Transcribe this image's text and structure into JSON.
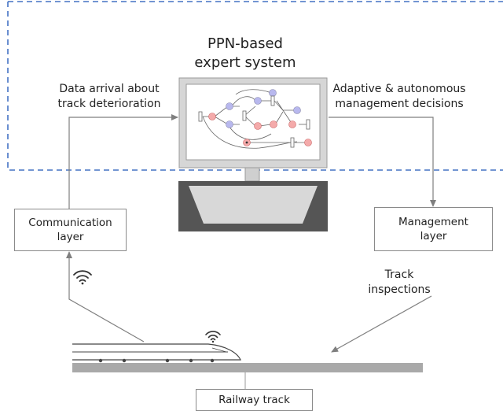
{
  "title": {
    "line1": "PPN-based",
    "line2": "expert system"
  },
  "labels": {
    "data_arrival": {
      "line1": "Data arrival about",
      "line2": "track deterioration"
    },
    "adaptive": {
      "line1": "Adaptive & autonomous",
      "line2": "management decisions"
    },
    "track_inspections": {
      "line1": "Track",
      "line2": "inspections"
    }
  },
  "boxes": {
    "communication": {
      "line1": "Communication",
      "line2": "layer"
    },
    "management": {
      "line1": "Management",
      "line2": "layer"
    },
    "railway": {
      "label": "Railway track"
    }
  },
  "colors": {
    "dashed_border": "#4472c4",
    "place_blue": "#b8b8ee",
    "place_red": "#f4aaaa",
    "monitor_frame": "#d0d0d0",
    "stand_dark": "#555555",
    "track_gray": "#a9a9a9",
    "arrow_gray": "#7f7f7f"
  },
  "icons": [
    "wifi-icon",
    "train-icon",
    "petri-net-graph"
  ]
}
